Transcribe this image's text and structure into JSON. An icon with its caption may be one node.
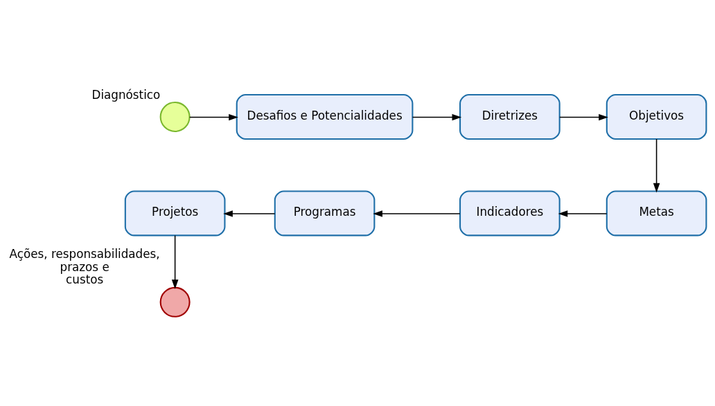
{
  "diagram": {
    "nodes": [
      {
        "text": [
          "Diagnóstico"
        ]
      },
      {
        "text": [
          "Desafios e Potencialidades"
        ]
      },
      {
        "text": [
          "Diretrizes"
        ]
      },
      {
        "text": [
          "Objetivos"
        ]
      },
      {
        "text": [
          "Metas"
        ]
      },
      {
        "text": [
          "Indicadores"
        ]
      },
      {
        "text": [
          "Programas"
        ]
      },
      {
        "text": [
          "Projetos"
        ]
      },
      {
        "text": [
          "Ações, responsabilidades, prazos e custos"
        ]
      }
    ],
    "edges": [
      {
        "from": 0,
        "to": 1,
        "arrow": "to"
      },
      {
        "from": 1,
        "to": 2,
        "arrow": "to"
      },
      {
        "from": 2,
        "to": 3,
        "arrow": "to"
      },
      {
        "from": 3,
        "to": 4,
        "arrow": "to"
      },
      {
        "from": 4,
        "to": 5,
        "arrow": "to"
      },
      {
        "from": 5,
        "to": 6,
        "arrow": "to"
      },
      {
        "from": 6,
        "to": 7,
        "arrow": "to"
      },
      {
        "from": 7,
        "to": 8,
        "arrow": "to"
      }
    ]
  }
}
